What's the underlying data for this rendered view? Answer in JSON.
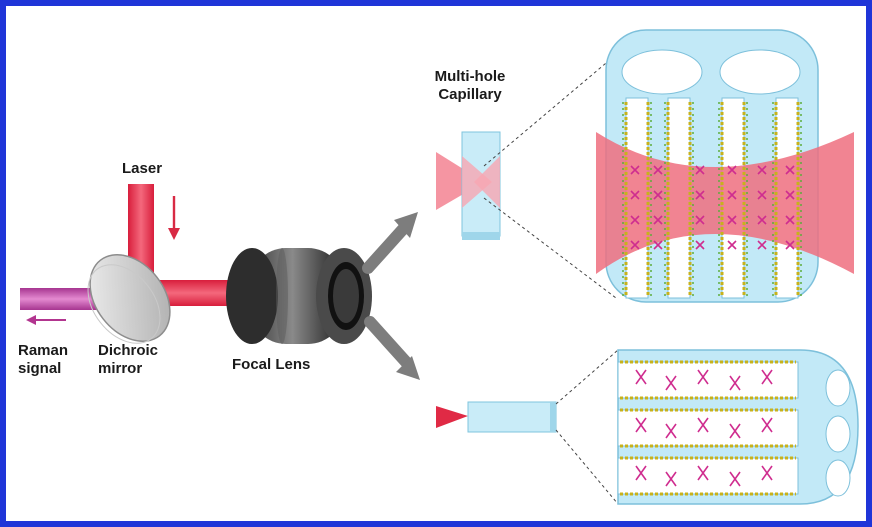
{
  "figure": {
    "border_color": "#1f35d8",
    "laser_color": "#e8304a",
    "raman_color": "#c0399c",
    "capillary_color": "#bfe6f5",
    "beam_glow_color": "#f07080"
  },
  "labels": {
    "laser": "Laser",
    "raman_line1": "Raman",
    "raman_line2": "signal",
    "dichroic_line1": "Dichroic",
    "dichroic_line2": "mirror",
    "focal_lens": "Focal Lens",
    "capillary_line1": "Multi-hole",
    "capillary_line2": "Capillary"
  }
}
